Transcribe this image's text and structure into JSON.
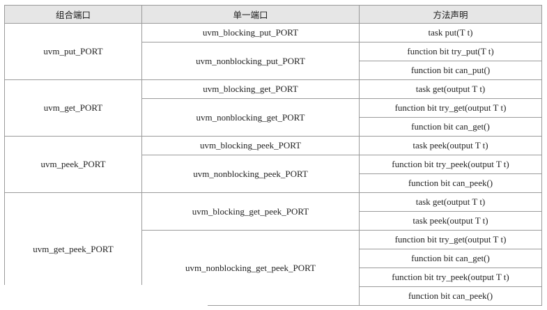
{
  "headers": [
    "组合端口",
    "单一端口",
    "方法声明"
  ],
  "groups": [
    {
      "combined": "uvm_put_PORT",
      "singles": [
        {
          "name": "uvm_blocking_put_PORT",
          "methods": [
            "task put(T t)"
          ]
        },
        {
          "name": "uvm_nonblocking_put_PORT",
          "methods": [
            "function bit try_put(T t)",
            "function bit can_put()"
          ]
        }
      ]
    },
    {
      "combined": "uvm_get_PORT",
      "singles": [
        {
          "name": "uvm_blocking_get_PORT",
          "methods": [
            "task get(output T t)"
          ]
        },
        {
          "name": "uvm_nonblocking_get_PORT",
          "methods": [
            "function bit try_get(output T t)",
            "function bit can_get()"
          ]
        }
      ]
    },
    {
      "combined": "uvm_peek_PORT",
      "singles": [
        {
          "name": "uvm_blocking_peek_PORT",
          "methods": [
            "task peek(output T t)"
          ]
        },
        {
          "name": "uvm_nonblocking_peek_PORT",
          "methods": [
            "function bit try_peek(output T t)",
            "function bit can_peek()"
          ]
        }
      ]
    },
    {
      "combined": "uvm_get_peek_PORT",
      "singles": [
        {
          "name": "uvm_blocking_get_peek_PORT",
          "methods": [
            "task get(output T t)",
            "task peek(output T t)"
          ]
        },
        {
          "name": "uvm_nonblocking_get_peek_PORT",
          "methods": [
            "function bit try_get(output T t)",
            "function bit can_get()",
            "function bit try_peek(output T t)",
            "function bit can_peek()"
          ]
        }
      ]
    }
  ]
}
